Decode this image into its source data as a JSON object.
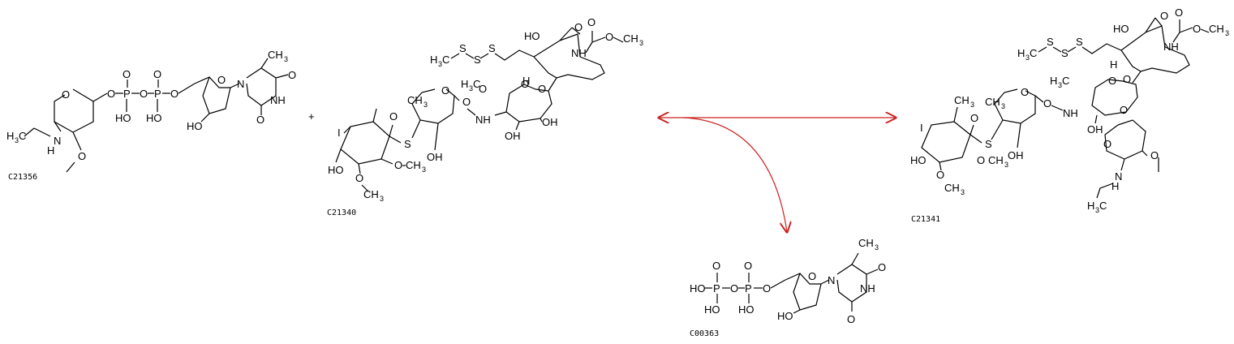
{
  "colors": {
    "arrow": "#cc2222",
    "structure": "#000000"
  },
  "reaction": {
    "operator": "+",
    "compounds": [
      {
        "id": "C21356"
      },
      {
        "id": "C21340"
      },
      {
        "id": "C21341"
      },
      {
        "id": "C00363"
      }
    ]
  }
}
